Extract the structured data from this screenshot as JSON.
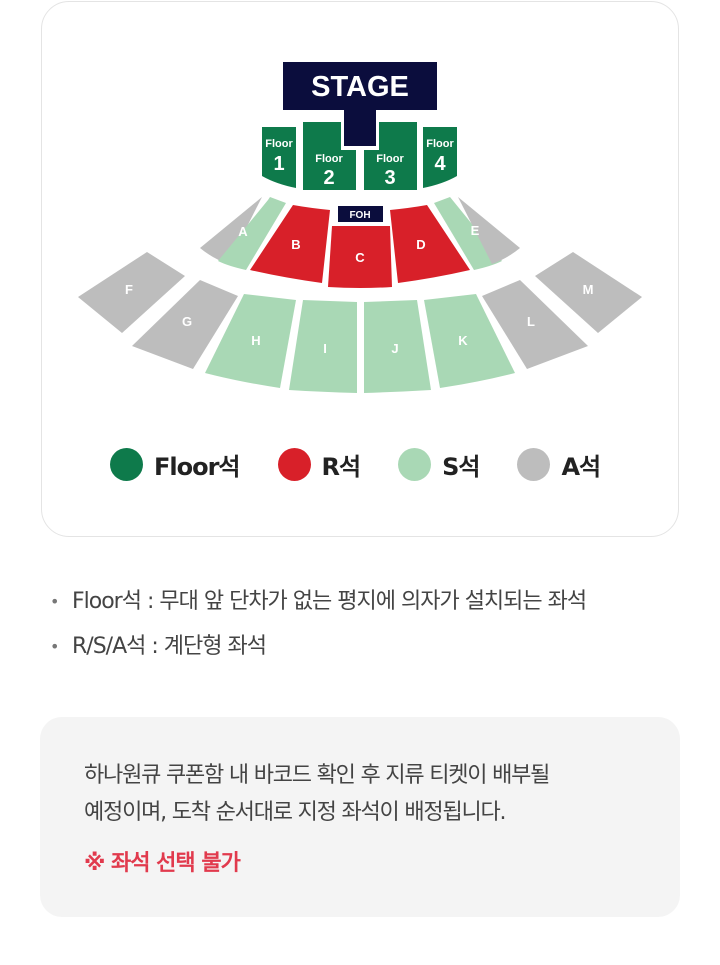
{
  "stage": {
    "label": "STAGE"
  },
  "foh": {
    "label": "FOH"
  },
  "floor_sections": [
    {
      "top": "Floor",
      "num": "1"
    },
    {
      "top": "Floor",
      "num": "2"
    },
    {
      "top": "Floor",
      "num": "3"
    },
    {
      "top": "Floor",
      "num": "4"
    }
  ],
  "sections": {
    "A": "A",
    "B": "B",
    "C": "C",
    "D": "D",
    "E": "E",
    "F": "F",
    "G": "G",
    "H": "H",
    "I": "I",
    "J": "J",
    "K": "K",
    "L": "L",
    "M": "M"
  },
  "legend": [
    {
      "label": "Floor석",
      "color": "#0e7a4b"
    },
    {
      "label": "R석",
      "color": "#d82029"
    },
    {
      "label": "S석",
      "color": "#a9d8b5"
    },
    {
      "label": "A석",
      "color": "#bdbdbd"
    }
  ],
  "notes": [
    "Floor석 : 무대 앞 단차가 없는 평지에 의자가 설치되는 좌석",
    "R/S/A석 : 계단형 좌석"
  ],
  "info": {
    "line1": "하나원큐 쿠폰함 내 바코드 확인 후 지류 티켓이 배부될",
    "line2": "예정이며, 도착 순서대로 지정 좌석이 배정됩니다.",
    "warning": "※ 좌석 선택 불가"
  },
  "colors": {
    "stage": "#0b0d3d",
    "floor": "#0e7a4b",
    "r": "#d82029",
    "s": "#a9d8b5",
    "a": "#bdbdbd"
  }
}
